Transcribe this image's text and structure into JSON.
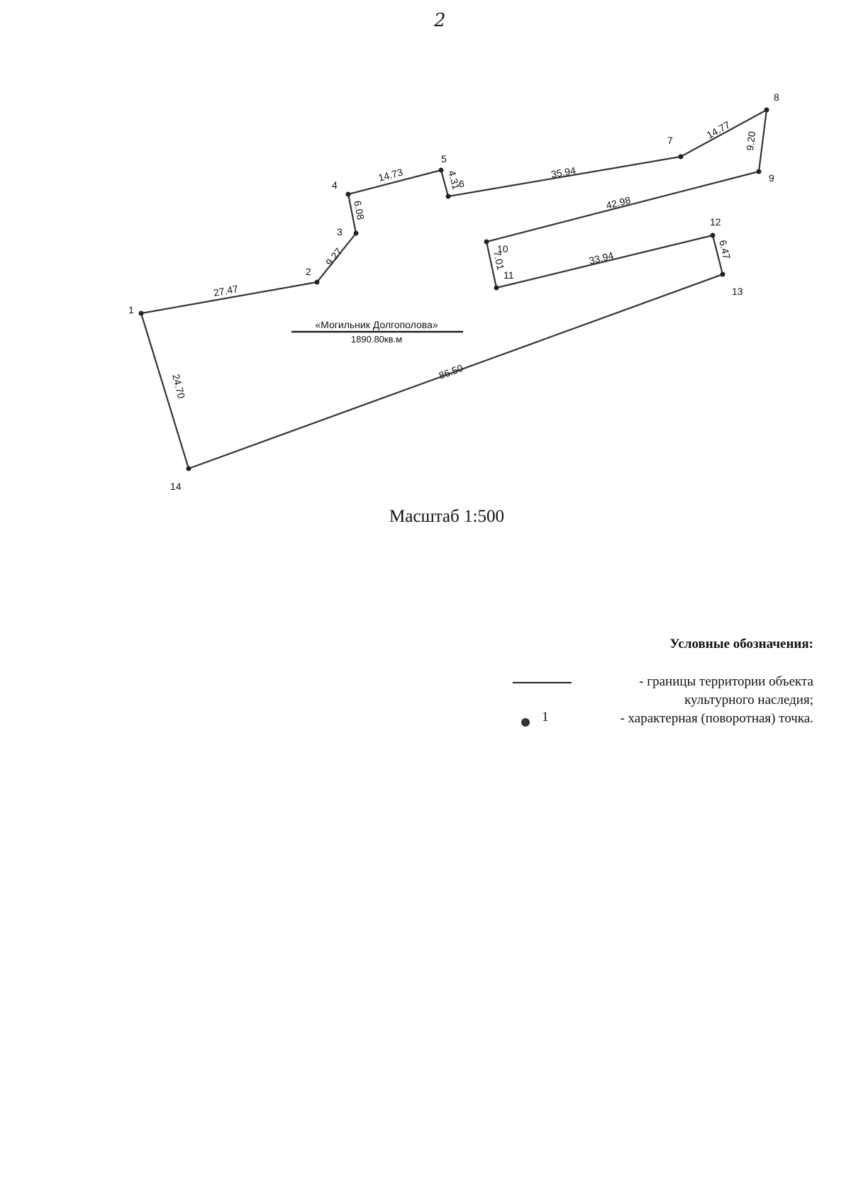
{
  "page_number": "2",
  "scale_label": "Масштаб 1:500",
  "object": {
    "name": "«Могильник Долгополова»",
    "area": "1890.80кв.м"
  },
  "vertices": [
    "1",
    "2",
    "3",
    "4",
    "5",
    "6",
    "7",
    "8",
    "9",
    "10",
    "11",
    "12",
    "13",
    "14"
  ],
  "segment_lengths": {
    "s1_2": "27.47",
    "s2_3": "9.27",
    "s3_4": "6.08",
    "s4_5": "14.73",
    "s5_6": "4.31",
    "s6_7": "35.94",
    "s7_8": "14.77",
    "s8_9": "9.20",
    "s9_10": "42.98",
    "s10_11": "7.01",
    "s11_12": "33.94",
    "s12_13": "6.47",
    "s13_14": "86.50",
    "s14_1": "24.70"
  },
  "legend": {
    "title": "Условные обозначения:",
    "boundary_text_line1": "- границы территории объекта",
    "boundary_text_line2": "культурного наследия;",
    "point_number": "1",
    "point_text": "- характерная (поворотная) точка."
  }
}
